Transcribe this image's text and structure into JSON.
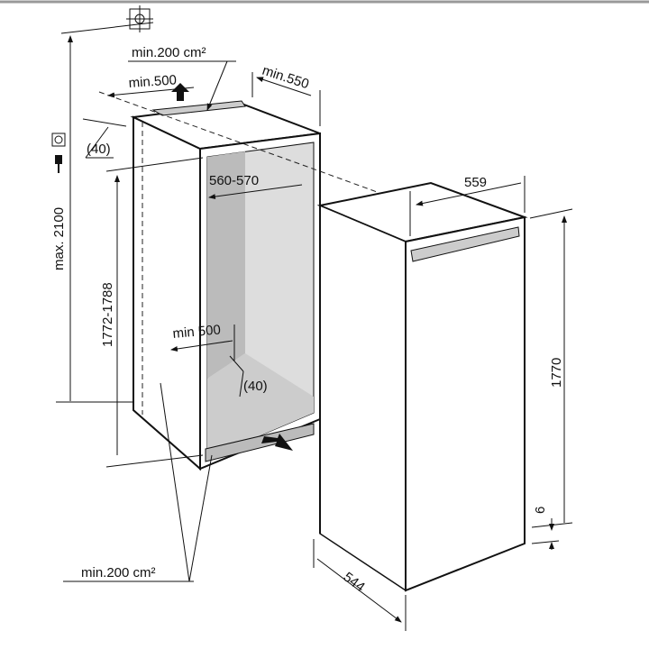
{
  "diagram": {
    "title": "Built-in refrigerator installation dimensions",
    "labels": {
      "vent_top": "min.200 cm²",
      "depth_top": "min.500",
      "clearance_top": "min.550",
      "gap_top": "(40)",
      "max_height": "max. 2100",
      "niche_width": "560-570",
      "niche_height": "1772-1788",
      "appliance_width": "559",
      "depth_bottom": "min 500",
      "gap_bottom": "(40)",
      "appliance_height": "1770",
      "foot_height": "6",
      "vent_bottom": "min.200 cm²",
      "appliance_depth": "544"
    },
    "icons": [
      "wall-mount-icon",
      "socket-icon",
      "plug-icon",
      "airflow-arrow-icon"
    ]
  }
}
